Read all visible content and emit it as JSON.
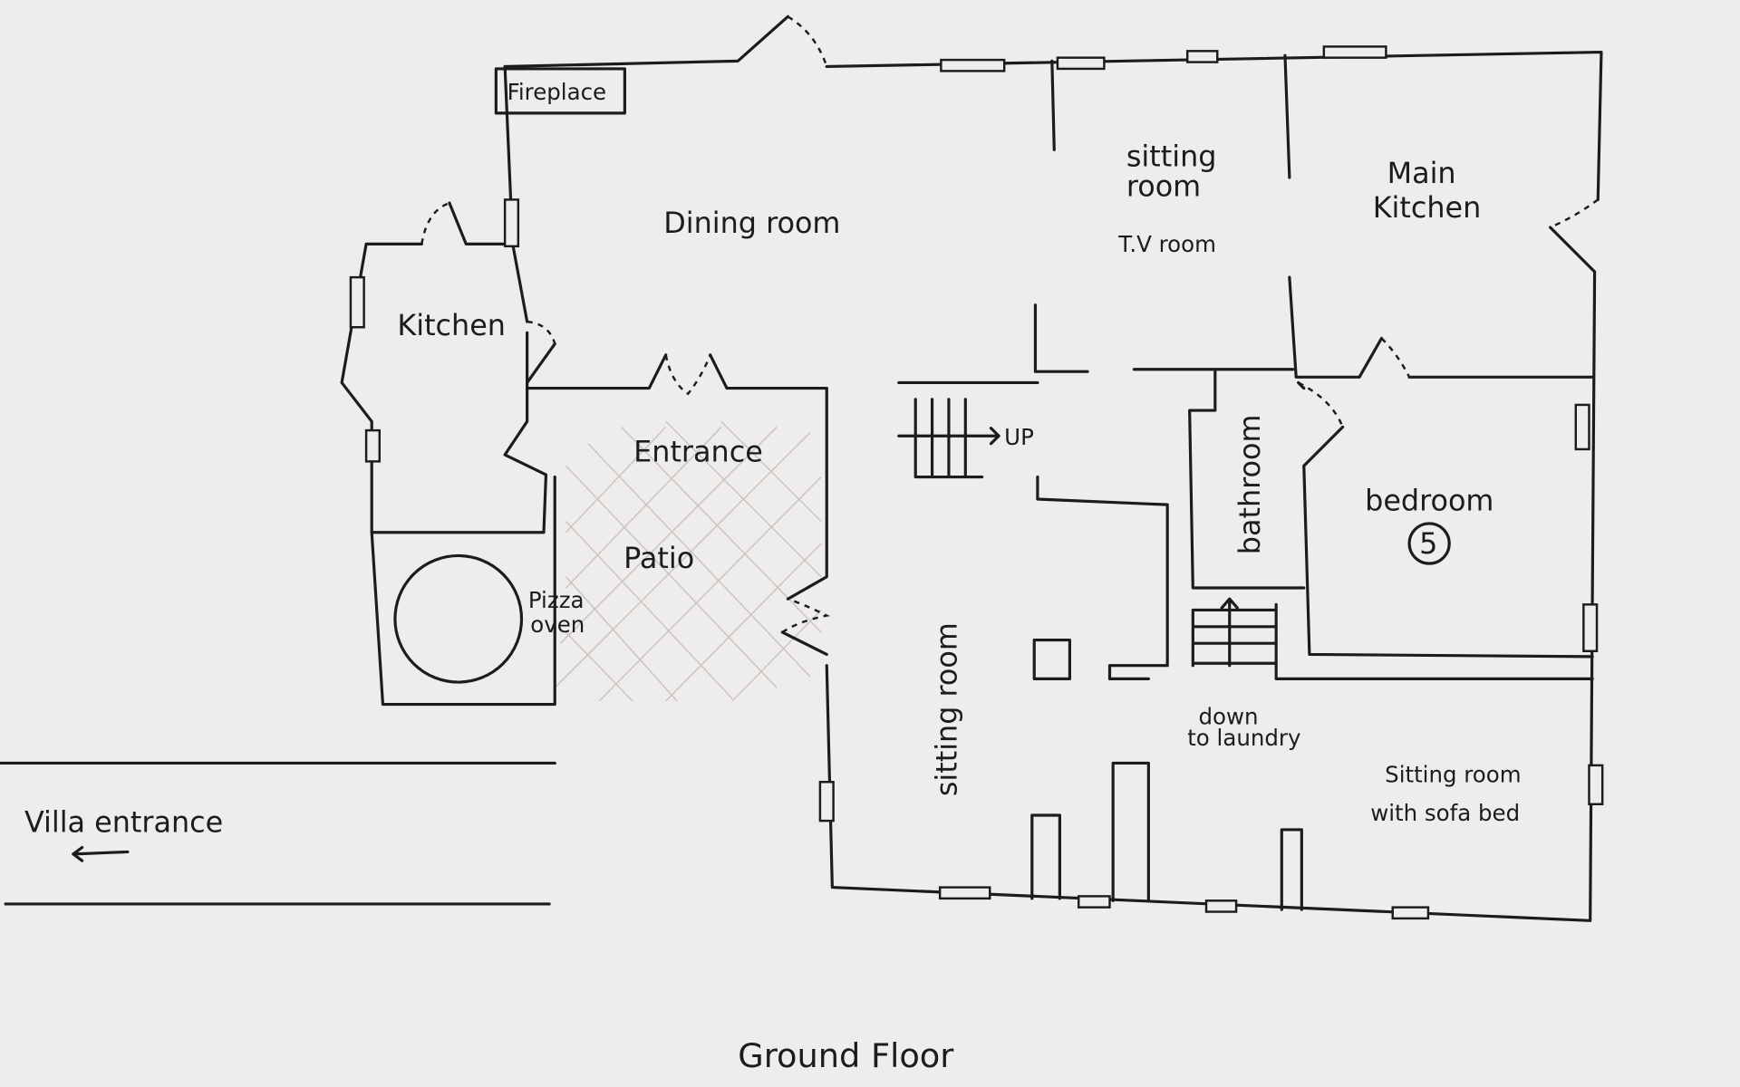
{
  "title": "Ground Floor",
  "rooms": {
    "fireplace": "Fireplace",
    "dining_room": "Dining room",
    "sitting_tv_1": "sitting",
    "sitting_tv_2": "room",
    "tv_room": "T.V room",
    "main_kitchen_1": "Main",
    "main_kitchen_2": "Kitchen",
    "kitchen": "Kitchen",
    "entrance": "Entrance",
    "stairs_up": "UP",
    "patio": "Patio",
    "pizza_oven_1": "Pizza",
    "pizza_oven_2": "oven",
    "bathroom": "bathroom",
    "bedroom": "bedroom",
    "bedroom_number": "5",
    "sitting_room": "sitting room",
    "laundry_1": "down",
    "laundry_2": "to laundry",
    "sofa_room_1": "Sitting room",
    "sofa_room_2": "with sofa bed",
    "villa_entrance": "Villa entrance"
  }
}
